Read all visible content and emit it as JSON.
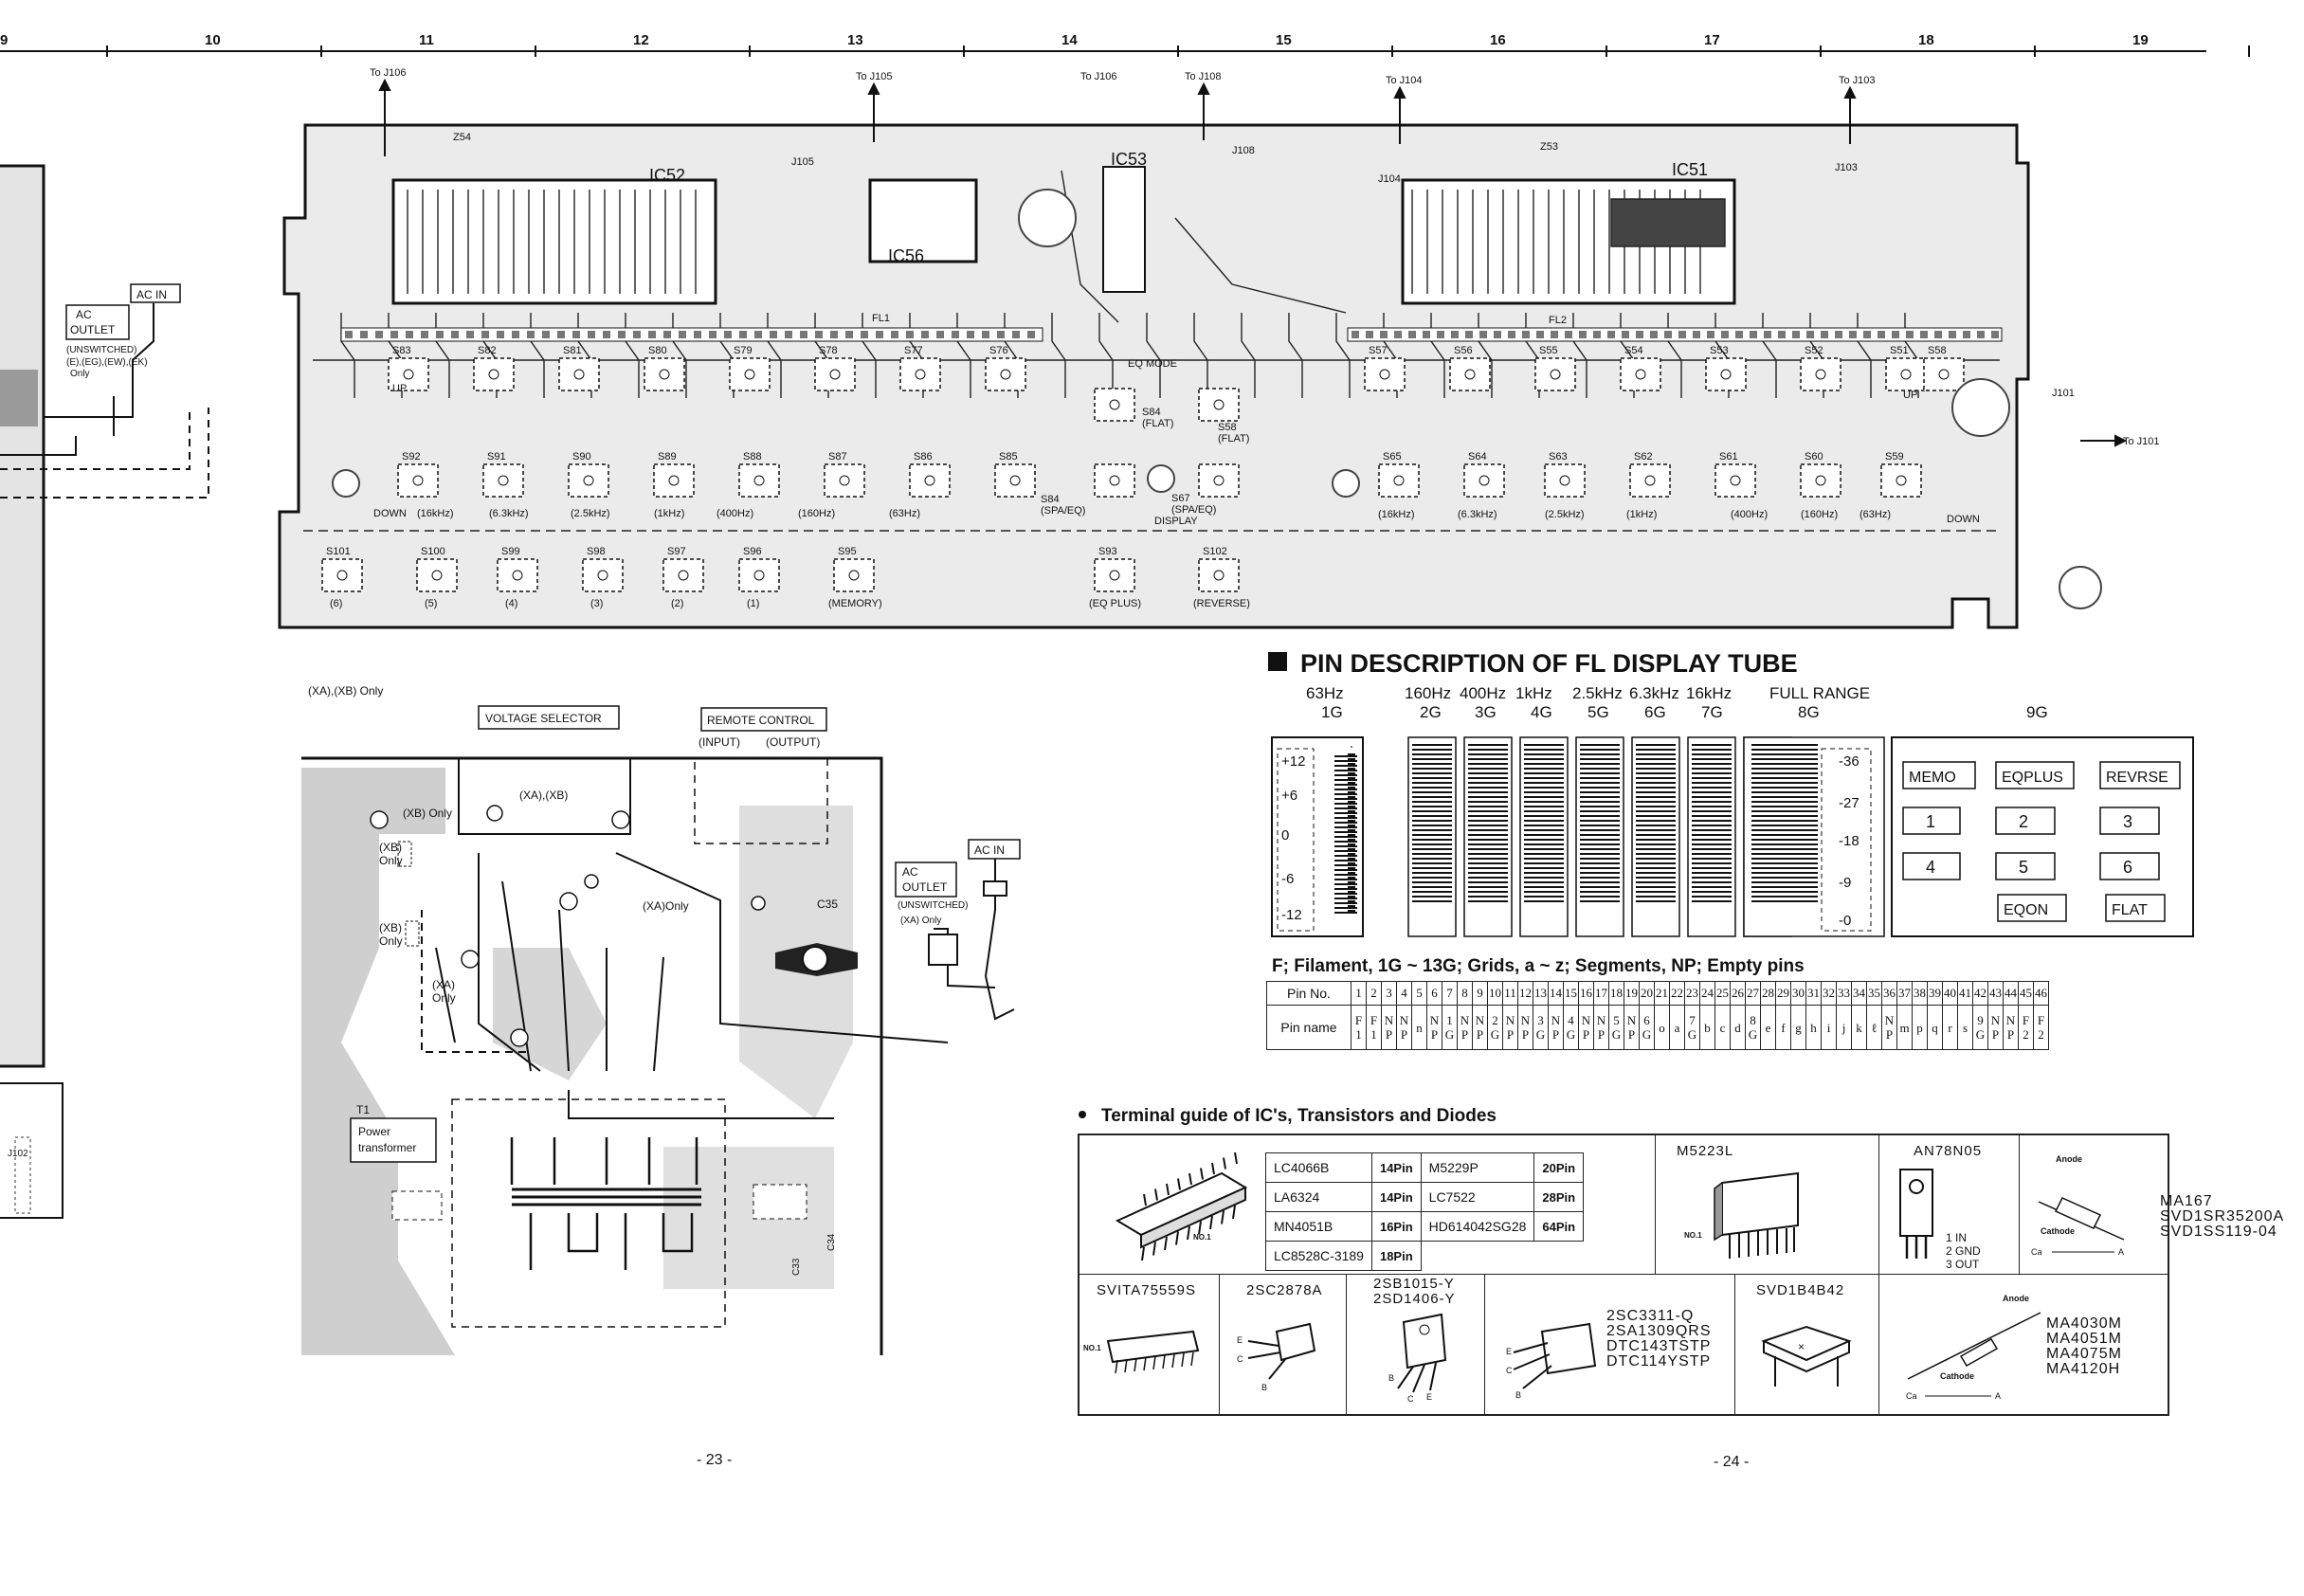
{
  "grid_numbers": [
    "9",
    "10",
    "11",
    "12",
    "13",
    "14",
    "15",
    "16",
    "17",
    "18",
    "19"
  ],
  "connectors_top": [
    "To J106",
    "To J105",
    "To J108",
    "To J104",
    "To J103"
  ],
  "connector_right": "To J101",
  "ic_labels": [
    "IC52",
    "IC56",
    "IC53",
    "IC51"
  ],
  "board_labels": {
    "j105": "J105",
    "j108": "J108",
    "j104": "J104",
    "j103": "J103",
    "j101": "J101",
    "z54": "Z54",
    "z53": "Z53",
    "fl1": "FL1",
    "fl2": "FL2",
    "eq_mode": "EQ MODE",
    "display": "DISPLAY",
    "up_left": "UP",
    "up_right": "UP",
    "down_left": "DOWN",
    "down_right": "DOWN"
  },
  "switch_labels_row1": [
    "S83",
    "S82",
    "S81",
    "S80",
    "S79",
    "S78",
    "S77",
    "S76",
    "S57",
    "S56",
    "S55",
    "S54",
    "S53",
    "S52",
    "S51",
    "S58"
  ],
  "switch_labels_row2": [
    "S92",
    "S91",
    "S90",
    "S89",
    "S88",
    "S87",
    "S86",
    "S85",
    "S65",
    "S64",
    "S63",
    "S62",
    "S61",
    "S60",
    "S59"
  ],
  "freq_labels_left": [
    "(16kHz)",
    "(6.3kHz)",
    "(2.5kHz)",
    "(1kHz)",
    "(400Hz)",
    "(160Hz)",
    "(63Hz)"
  ],
  "freq_labels_right": [
    "(16kHz)",
    "(6.3kHz)",
    "(2.5kHz)",
    "(1kHz)",
    "(400Hz)",
    "(160Hz)",
    "(63Hz)"
  ],
  "bottom_switches": [
    {
      "name": "S101",
      "label": "(6)"
    },
    {
      "name": "S100",
      "label": "(5)"
    },
    {
      "name": "S99",
      "label": "(4)"
    },
    {
      "name": "S98",
      "label": "(3)"
    },
    {
      "name": "S97",
      "label": "(2)"
    },
    {
      "name": "S96",
      "label": "(1)"
    },
    {
      "name": "S95",
      "label": "(MEMORY)"
    },
    {
      "name": "S93",
      "label": "(EQ PLUS)"
    },
    {
      "name": "S102",
      "label": "(REVERSE)"
    }
  ],
  "mid_switches": [
    {
      "name": "S84",
      "label": "(FLAT)"
    },
    {
      "name": "S58",
      "label": "(FLAT)"
    },
    {
      "name": "S84",
      "label": "(SPA/EQ)"
    },
    {
      "name": "S67",
      "label": "(SPA/EQ)"
    }
  ],
  "left_panel": {
    "ac_in": "AC IN",
    "ac_outlet_line1": "AC",
    "ac_outlet_line2": "OUTLET",
    "unswitched": "(UNSWITCHED)",
    "variants": "(E),(EG),(EW),(EK)",
    "only": "Only",
    "j102": "J102"
  },
  "power_section": {
    "xa_xb_only": "(XA),(XB) Only",
    "voltage_selector": "VOLTAGE SELECTOR",
    "remote_control": "REMOTE CONTROL",
    "input": "(INPUT)",
    "output": "(OUTPUT)",
    "xa_xb": "(XA),(XB)",
    "xb_only": "(XB) Only",
    "xa_only": "(XA)Only",
    "xa_only2": "(XA) Only",
    "xb": "(XB)",
    "xa": "(XA)",
    "only": "Only",
    "c35": "C35",
    "c33": "C33",
    "c34": "C34",
    "ac_in": "AC IN",
    "ac_outlet_line1": "AC",
    "ac_outlet_line2": "OUTLET",
    "unswitched": "(UNSWITCHED)",
    "t1": "T1",
    "transformer_line1": "Power",
    "transformer_line2": "transformer"
  },
  "pages": {
    "left": "- 23 -",
    "right": "- 24 -"
  },
  "fl_tube": {
    "title": "PIN DESCRIPTION OF FL DISPLAY TUBE",
    "grids": [
      {
        "freq": "63Hz",
        "grid": "1G"
      },
      {
        "freq": "160Hz",
        "grid": "2G"
      },
      {
        "freq": "400Hz",
        "grid": "3G"
      },
      {
        "freq": "1kHz",
        "grid": "4G"
      },
      {
        "freq": "2.5kHz",
        "grid": "5G"
      },
      {
        "freq": "6.3kHz",
        "grid": "6G"
      },
      {
        "freq": "16kHz",
        "grid": "7G"
      },
      {
        "freq": "FULL RANGE",
        "grid": "8G"
      },
      {
        "freq": "",
        "grid": "9G"
      }
    ],
    "left_scale": [
      "+12",
      "+6",
      "0",
      "-6",
      "-12"
    ],
    "right_scale": [
      "-36",
      "-27",
      "-18",
      "-9",
      "-0"
    ],
    "g9_buttons": [
      "MEMO",
      "EQPLUS",
      "REVRSE",
      "1",
      "2",
      "3",
      "4",
      "5",
      "6",
      "EQON",
      "FLAT"
    ],
    "legend": "F; Filament,   1G ~ 13G; Grids,   a ~ z; Segments,   NP; Empty pins",
    "pin_no_label": "Pin No.",
    "pin_name_label": "Pin name",
    "pin_numbers": [
      "1",
      "2",
      "3",
      "4",
      "5",
      "6",
      "7",
      "8",
      "9",
      "10",
      "11",
      "12",
      "13",
      "14",
      "15",
      "16",
      "17",
      "18",
      "19",
      "20",
      "21",
      "22",
      "23",
      "24",
      "25",
      "26",
      "27",
      "28",
      "29",
      "30",
      "31",
      "32",
      "33",
      "34",
      "35",
      "36",
      "37",
      "38",
      "39",
      "40",
      "41",
      "42",
      "43",
      "44",
      "45",
      "46"
    ],
    "pin_names": [
      "F 1",
      "F 1",
      "N P",
      "N P",
      "n",
      "N P",
      "1 G",
      "N P",
      "N P",
      "2 G",
      "N P",
      "N P",
      "3 G",
      "N P",
      "4 G",
      "N P",
      "N P",
      "5 G",
      "N P",
      "6 G",
      "o",
      "a",
      "7 G",
      "b",
      "c",
      "d",
      "8 G",
      "e",
      "f",
      "g",
      "h",
      "i",
      "j",
      "k",
      "ℓ",
      "N P",
      "m",
      "p",
      "q",
      "r",
      "s",
      "9 G",
      "N P",
      "N P",
      "F 2",
      "F 2"
    ]
  },
  "terminal_guide": {
    "title": "Terminal guide of IC's, Transistors and Diodes",
    "ic_table": [
      {
        "name": "LC4066B",
        "pins": "14Pin",
        "name2": "M5229P",
        "pins2": "20Pin"
      },
      {
        "name": "LA6324",
        "pins": "14Pin",
        "name2": "LC7522",
        "pins2": "28Pin"
      },
      {
        "name": "MN4051B",
        "pins": "16Pin",
        "name2": "HD614042SG28",
        "pins2": "64Pin"
      },
      {
        "name": "LC8528C-3189",
        "pins": "18Pin",
        "name2": "",
        "pins2": ""
      }
    ],
    "no1": "NO.1",
    "m5223l": "M5223L",
    "an78n05": "AN78N05",
    "an78_pins": [
      "1 IN",
      "2 GND",
      "3 OUT"
    ],
    "diode1_names": [
      "MA167",
      "SVD1SR35200A",
      "SVD1SS119-04"
    ],
    "anode": "Anode",
    "cathode": "Cathode",
    "ca": "Ca",
    "a": "A",
    "svita": "SVITA75559S",
    "t2sc2878": "2SC2878A",
    "t2sb1015": [
      "2SB1015-Y",
      "2SD1406-Y"
    ],
    "t2sc3311": [
      "2SC3311-Q",
      "2SA1309QRS",
      "DTC143TSTP",
      "DTC114YSTP"
    ],
    "svd1b4b42": "SVD1B4B42",
    "diode2_names": [
      "MA4030M",
      "MA4051M",
      "MA4075M",
      "MA4120H"
    ],
    "ebc": [
      "E",
      "C",
      "B"
    ]
  }
}
